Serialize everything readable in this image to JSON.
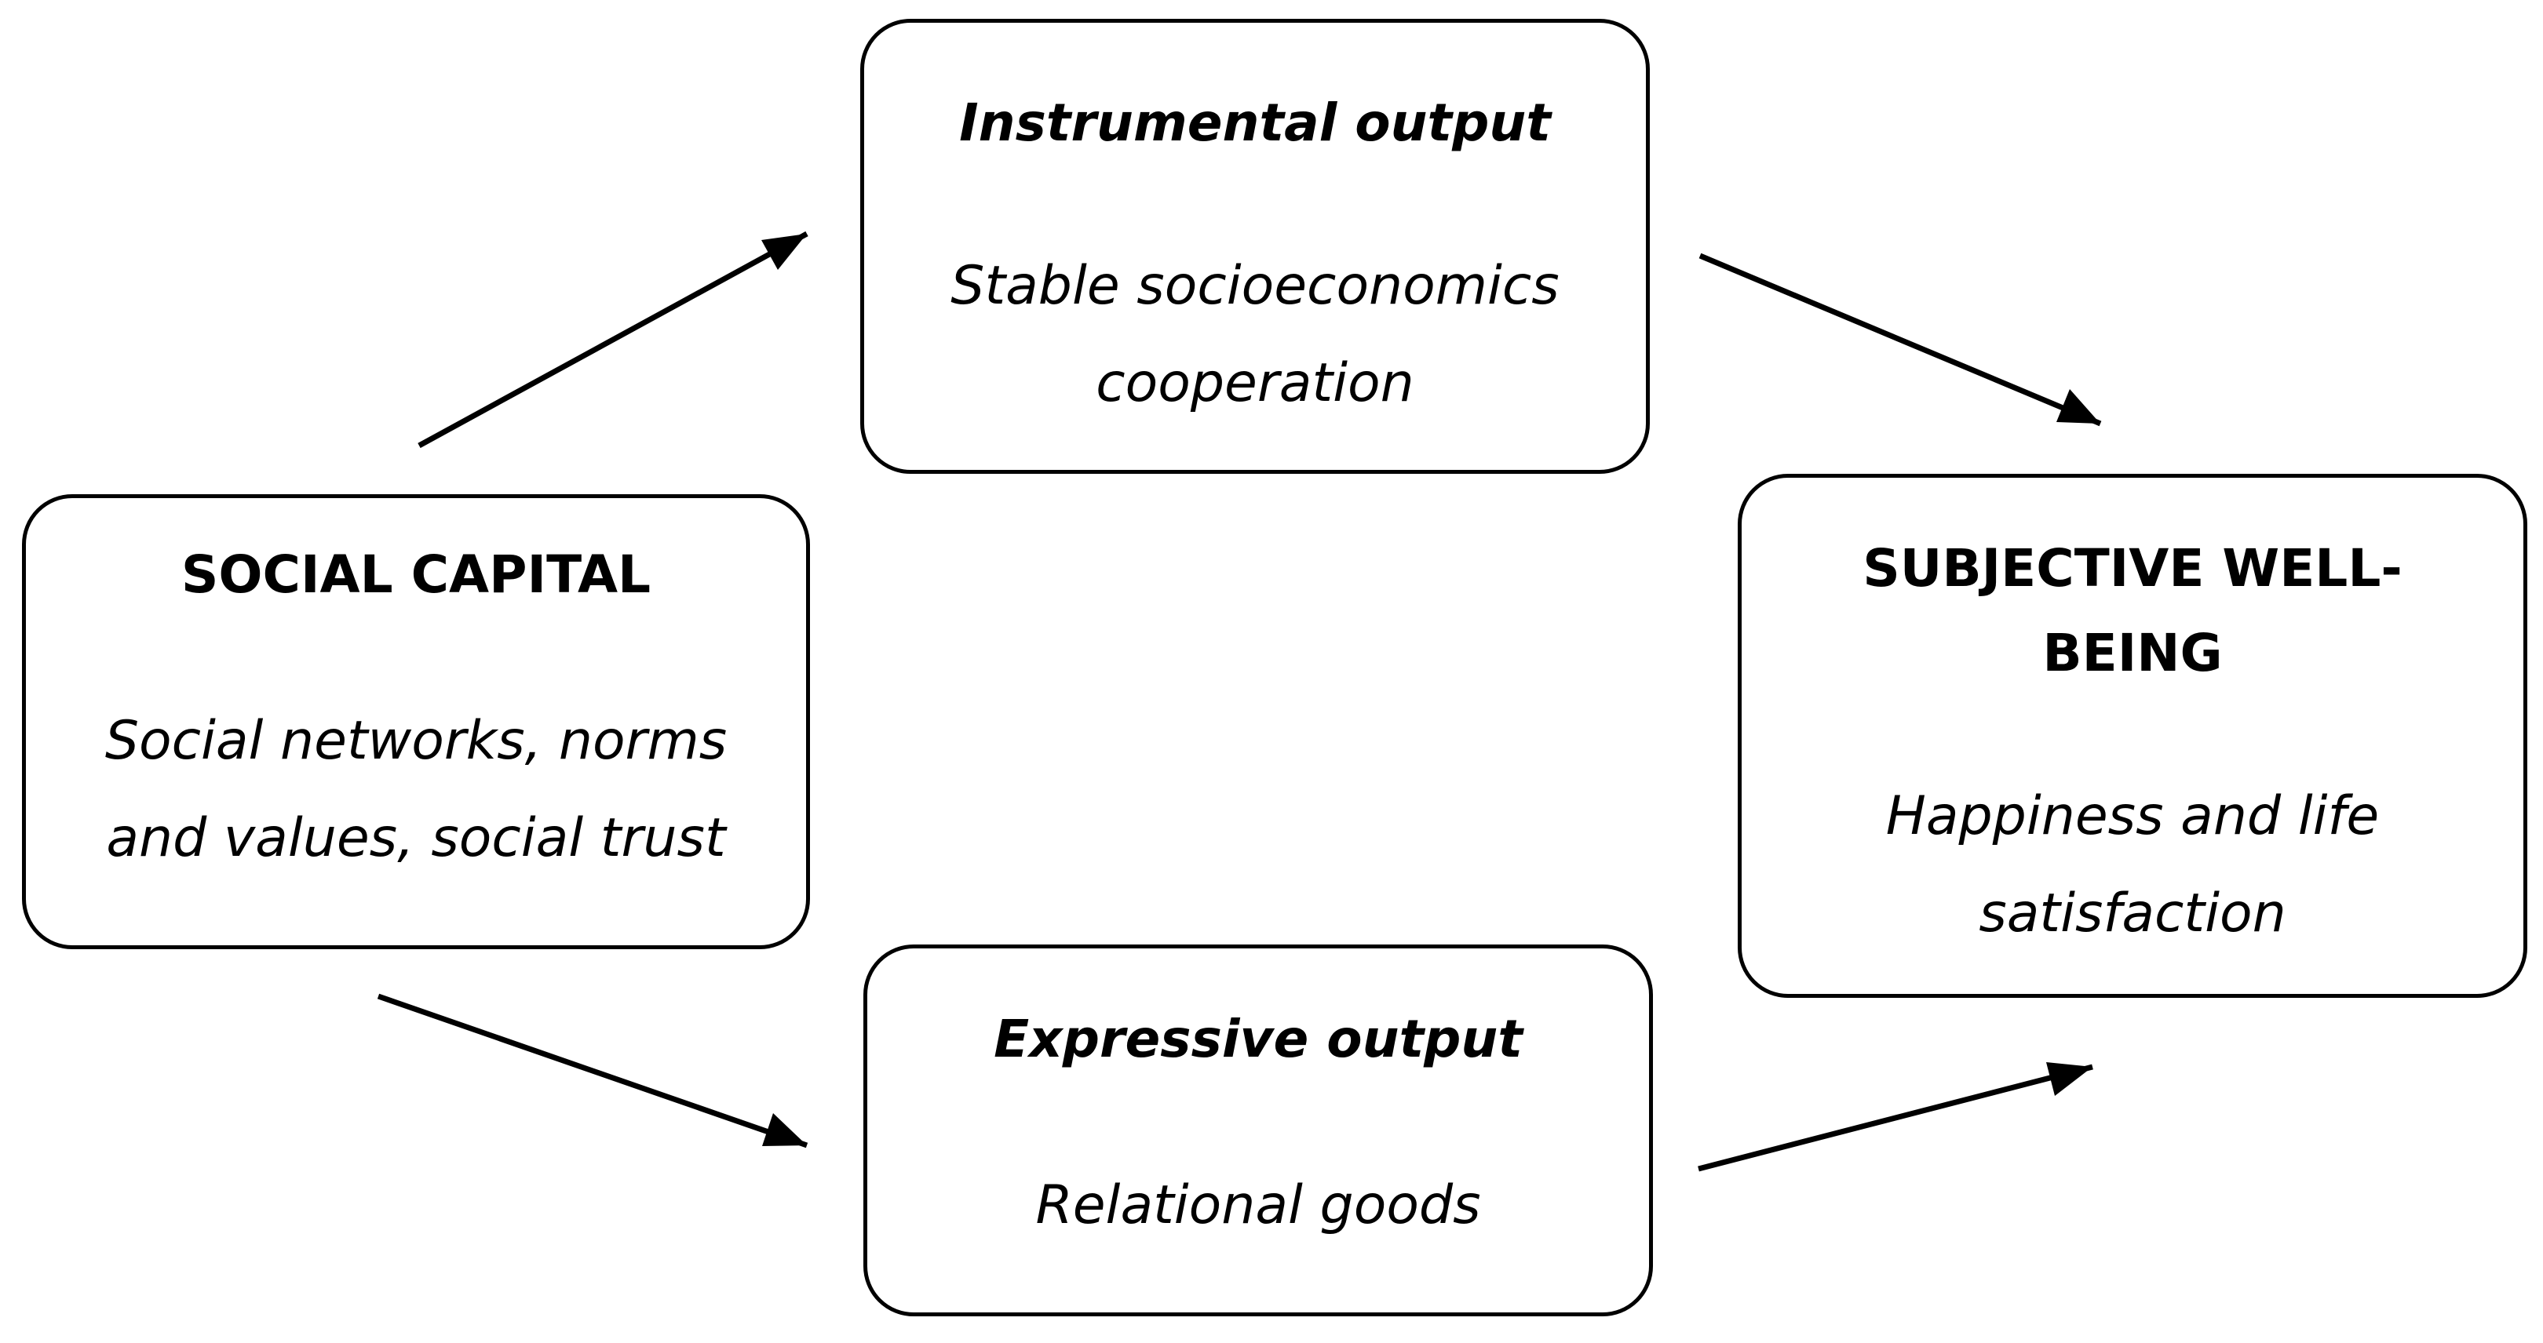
{
  "nodes": {
    "instrumental": {
      "title": "Instrumental output",
      "body": [
        "Stable socioeconomics",
        "cooperation"
      ]
    },
    "social_capital": {
      "title": "SOCIAL CAPITAL",
      "body": [
        "Social networks, norms",
        "and values, social trust"
      ]
    },
    "subjective": {
      "title": [
        "SUBJECTIVE WELL-",
        "BEING"
      ],
      "body": [
        "Happiness and life",
        "satisfaction"
      ]
    },
    "expressive": {
      "title": "Expressive output",
      "body": [
        "Relational goods"
      ]
    }
  },
  "edges": [
    {
      "from": "SOCIAL CAPITAL",
      "to": "Instrumental output"
    },
    {
      "from": "SOCIAL CAPITAL",
      "to": "Expressive output"
    },
    {
      "from": "Instrumental output",
      "to": "SUBJECTIVE WELL-BEING"
    },
    {
      "from": "Expressive output",
      "to": "SUBJECTIVE WELL-BEING"
    }
  ],
  "colors": {
    "stroke": "#000000",
    "background": "#ffffff"
  }
}
